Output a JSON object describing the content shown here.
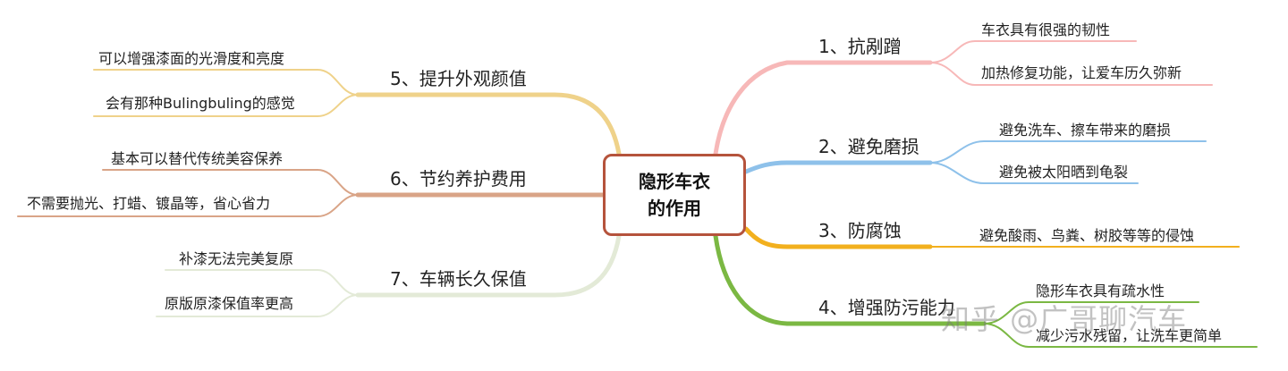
{
  "center": {
    "line1": "隐形车衣",
    "line2": "的作用"
  },
  "branches": [
    {
      "label": "1、抗剐蹭",
      "color": "#f7b8b8",
      "leaves": [
        "车衣具有很强的韧性",
        "加热修复功能，让爱车历久弥新"
      ]
    },
    {
      "label": "2、避免磨损",
      "color": "#8ec1ea",
      "leaves": [
        "避免洗车、擦车带来的磨损",
        "避免被太阳晒到龟裂"
      ]
    },
    {
      "label": "3、防腐蚀",
      "color": "#f2b01e",
      "leaves": [
        "避免酸雨、鸟粪、树胶等等的侵蚀"
      ]
    },
    {
      "label": "4、增强防污能力",
      "color": "#7bb843",
      "leaves": [
        "隐形车衣具有疏水性",
        "减少污水残留，让洗车更简单"
      ]
    },
    {
      "label": "5、提升外观颜值",
      "color": "#efd28a",
      "leaves": [
        "可以增强漆面的光滑度和亮度",
        "会有那种Bulingbuling的感觉"
      ]
    },
    {
      "label": "6、节约养护费用",
      "color": "#d9a487",
      "leaves": [
        "基本可以替代传统美容保养",
        "不需要抛光、打蜡、镀晶等，省心省力"
      ]
    },
    {
      "label": "7、车辆长久保值",
      "color": "#e3ead7",
      "leaves": [
        "补漆无法完美复原",
        "原版原漆保值率更高"
      ]
    }
  ],
  "watermark": "知乎 @广哥聊汽车"
}
